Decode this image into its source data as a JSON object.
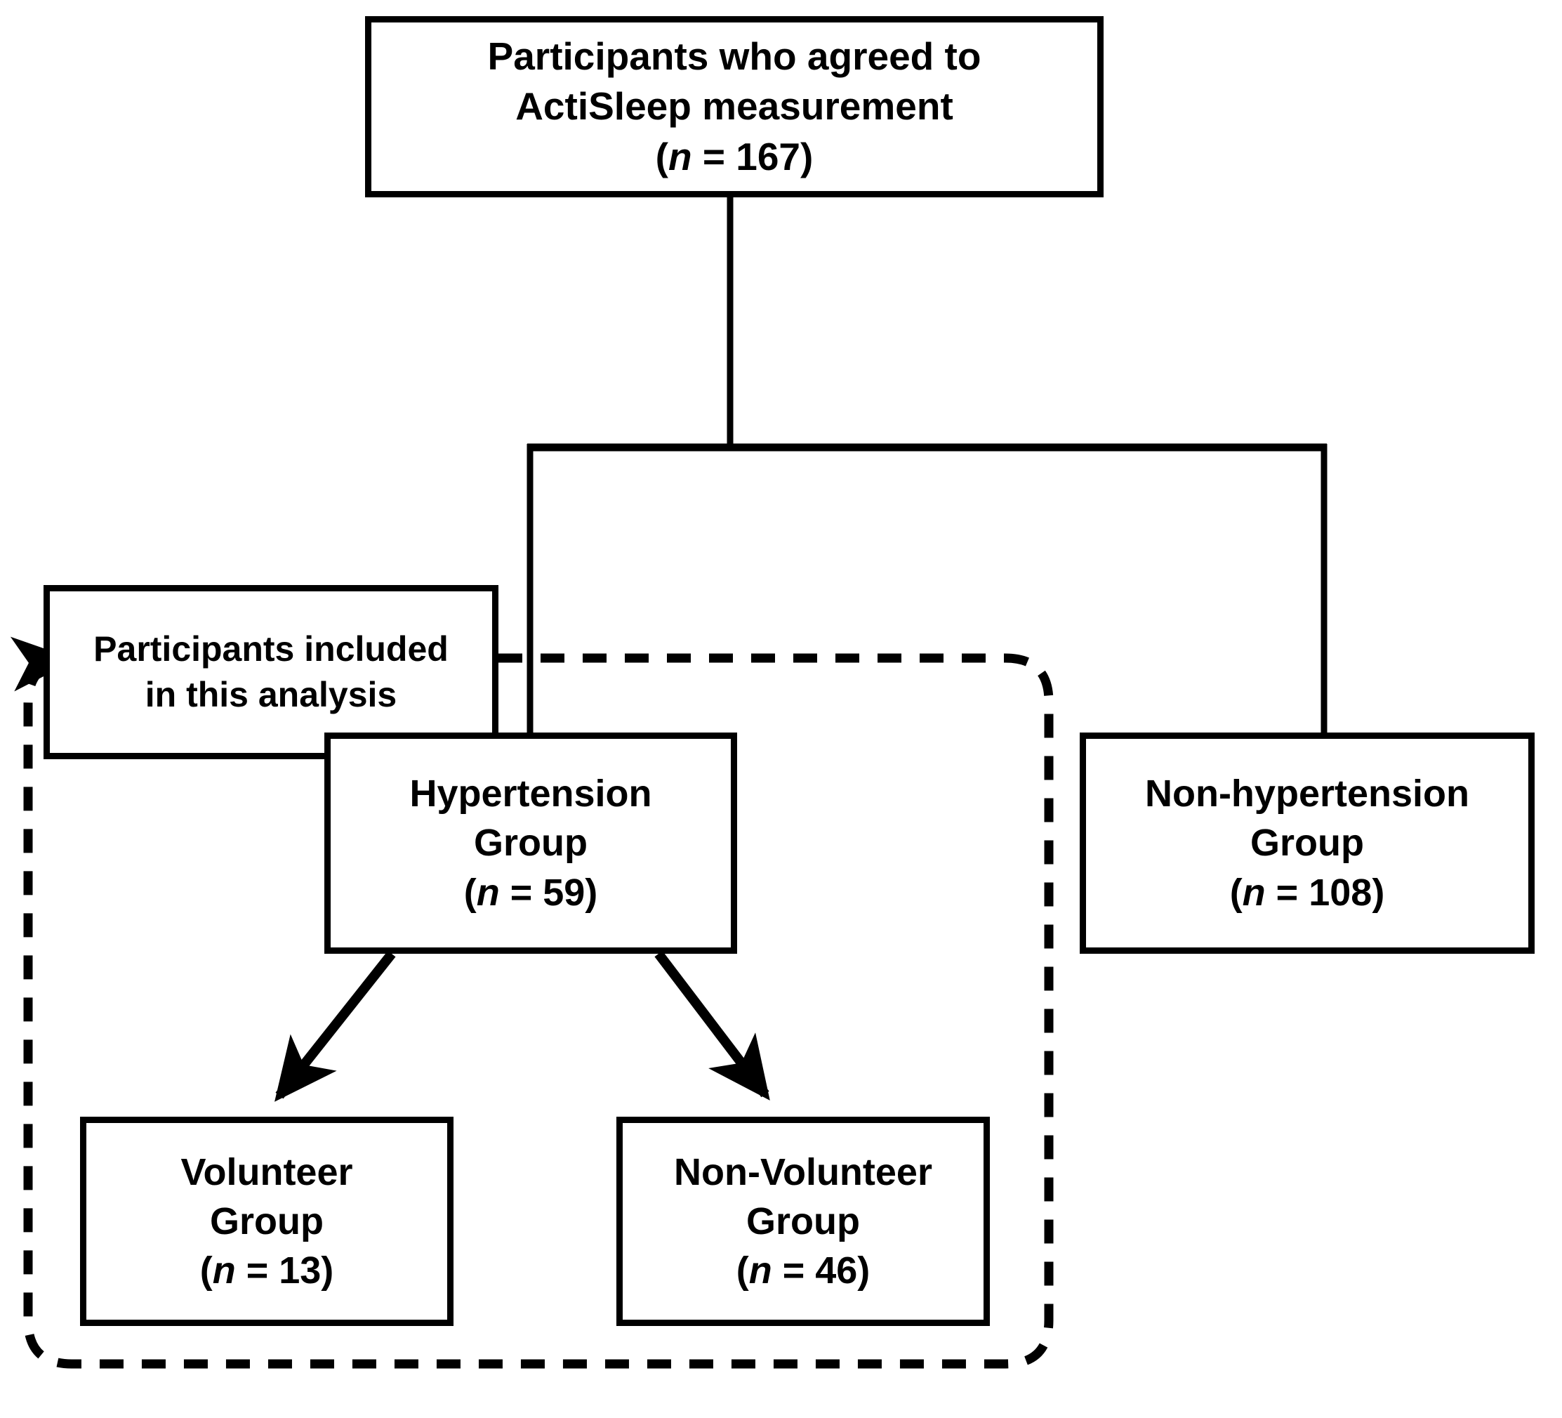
{
  "figure": {
    "type": "flowchart",
    "title": "Participant flow diagram",
    "background_color": "#ffffff",
    "line_color": "#000000"
  },
  "nodes": {
    "top": {
      "id": "participants-agreed",
      "line1": "Participants who agreed to",
      "line2": "ActiSleep measurement",
      "n_open": "(",
      "n_italic": "n",
      "n_eq": " = 167",
      "n_close": ")",
      "n_value": 167
    },
    "included": {
      "id": "participants-included",
      "line1": "Participants included",
      "line2": "in this analysis"
    },
    "hypertension": {
      "id": "hypertension-group",
      "line1": "Hypertension",
      "line2": "Group",
      "n_open": "(",
      "n_italic": "n",
      "n_eq": " = 59",
      "n_close": ")",
      "n_value": 59
    },
    "nonhypertension": {
      "id": "non-hypertension-group",
      "line1": "Non-hypertension",
      "line2": "Group",
      "n_open": "(",
      "n_italic": "n",
      "n_eq": " = 108",
      "n_close": ")",
      "n_value": 108
    },
    "volunteer": {
      "id": "volunteer-group",
      "line1": "Volunteer",
      "line2": "Group",
      "n_open": "(",
      "n_italic": "n",
      "n_eq": " = 13",
      "n_close": ")",
      "n_value": 13
    },
    "nonvolunteer": {
      "id": "non-volunteer-group",
      "line1": "Non-Volunteer",
      "line2": "Group",
      "n_open": "(",
      "n_italic": "n",
      "n_eq": " = 46",
      "n_close": ")",
      "n_value": 46
    }
  },
  "connectors": [
    {
      "name": "top-to-split",
      "from": "participants-agreed",
      "to": "split-point",
      "style": "solid"
    },
    {
      "name": "split-to-hypertension",
      "from": "split-point",
      "to": "hypertension-group",
      "style": "solid"
    },
    {
      "name": "split-to-nonhypertension",
      "from": "split-point",
      "to": "non-hypertension-group",
      "style": "solid"
    },
    {
      "name": "hypertension-to-volunteer",
      "from": "hypertension-group",
      "to": "volunteer-group",
      "style": "solid-arrow"
    },
    {
      "name": "hypertension-to-nonvolunteer",
      "from": "hypertension-group",
      "to": "non-volunteer-group",
      "style": "solid-arrow"
    },
    {
      "name": "analysis-scope-outline",
      "from": "participants-included",
      "to": "analysis-region",
      "style": "dashed-rounded-arrow"
    }
  ]
}
